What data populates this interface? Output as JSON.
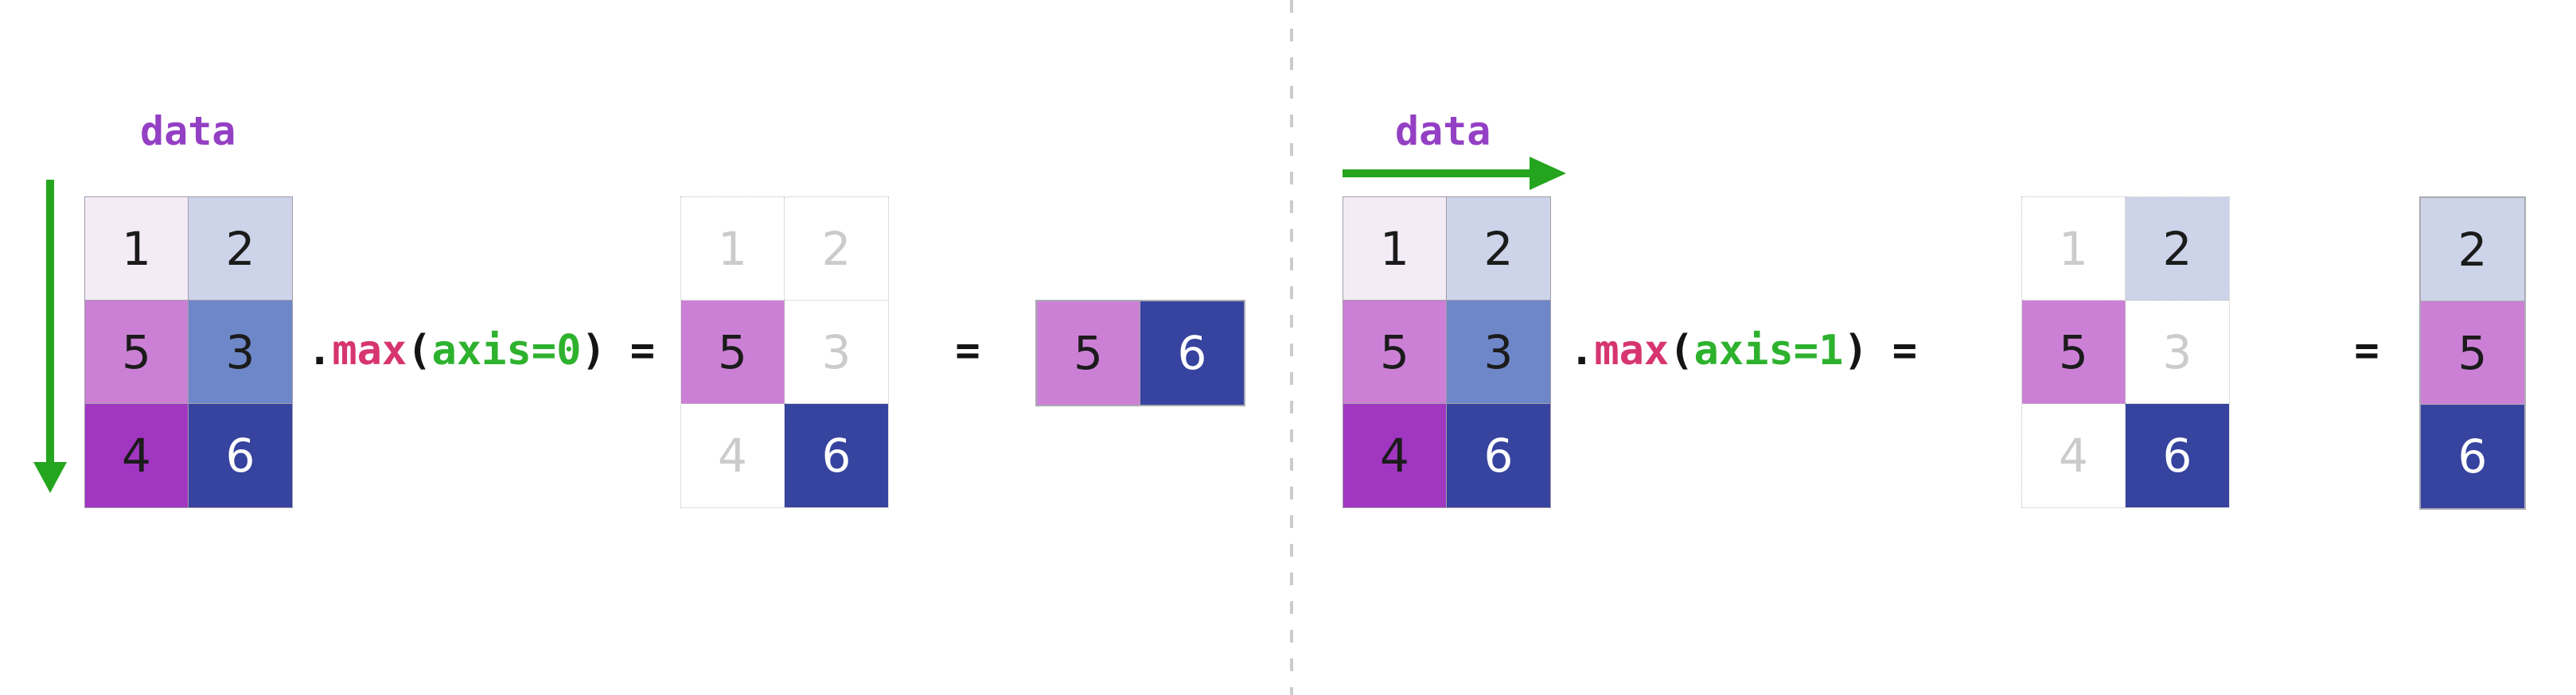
{
  "palette": {
    "label": "#9440c4",
    "arrow": "#25a51e",
    "method": "#d6356f",
    "argument": "#2eb22e",
    "code-text": "#141414",
    "faded-text": "#cbcbcb",
    "cell-1": "#f3ecf7",
    "cell-2": "#cdd4e9",
    "cell-3": "#6e87c9",
    "cell-4": "#a136c1",
    "cell-5": "#cb80d5",
    "cell-6": "#36439f",
    "grid-line": "#a39caa",
    "divider": "#cccccc"
  },
  "left": {
    "label": "data",
    "axis_direction": "down",
    "expression": {
      "dot": ".",
      "method": "max",
      "open_paren": "(",
      "argument": "axis=0",
      "close_paren": ")",
      "equals": "="
    },
    "matrix": [
      [
        "1",
        "2"
      ],
      [
        "5",
        "3"
      ],
      [
        "4",
        "6"
      ]
    ],
    "selection": [
      [
        "1",
        "2"
      ],
      [
        "5",
        "3"
      ],
      [
        "4",
        "6"
      ]
    ],
    "selection_highlight": [
      [
        false,
        false
      ],
      [
        true,
        false
      ],
      [
        false,
        true
      ]
    ],
    "equals": "=",
    "result": [
      "5",
      "6"
    ]
  },
  "right": {
    "label": "data",
    "axis_direction": "right",
    "expression": {
      "dot": ".",
      "method": "max",
      "open_paren": "(",
      "argument": "axis=1",
      "close_paren": ")",
      "equals": "="
    },
    "matrix": [
      [
        "1",
        "2"
      ],
      [
        "5",
        "3"
      ],
      [
        "4",
        "6"
      ]
    ],
    "selection": [
      [
        "1",
        "2"
      ],
      [
        "5",
        "3"
      ],
      [
        "4",
        "6"
      ]
    ],
    "selection_highlight": [
      [
        false,
        true
      ],
      [
        true,
        false
      ],
      [
        false,
        true
      ]
    ],
    "equals": "=",
    "result": [
      "2",
      "5",
      "6"
    ]
  }
}
